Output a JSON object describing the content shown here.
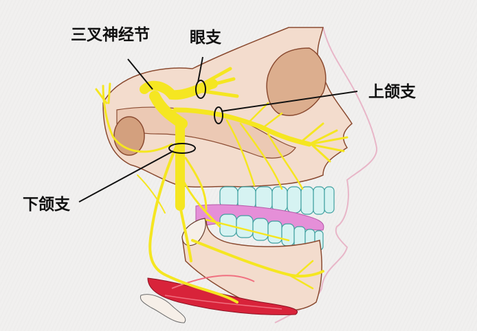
{
  "diagram": {
    "subject": "trigeminal nerve lateral view of skull",
    "labels": {
      "ganglion": "三叉神经节",
      "ophthalmic": "眼支",
      "maxillary": "上颌支",
      "mandibular": "下颌支"
    },
    "colors": {
      "background": "#f1f0ef",
      "bone": "#f3dccd",
      "bone_shadow": "#d9a88a",
      "nerve": "#f5e621",
      "nerve_outline": "#c9b400",
      "teeth": "#d6f3f2",
      "gum": "#e58fd8",
      "muscle": "#d8233a",
      "skin_outline": "#e8b6c8",
      "leader_line": "#111111"
    }
  }
}
